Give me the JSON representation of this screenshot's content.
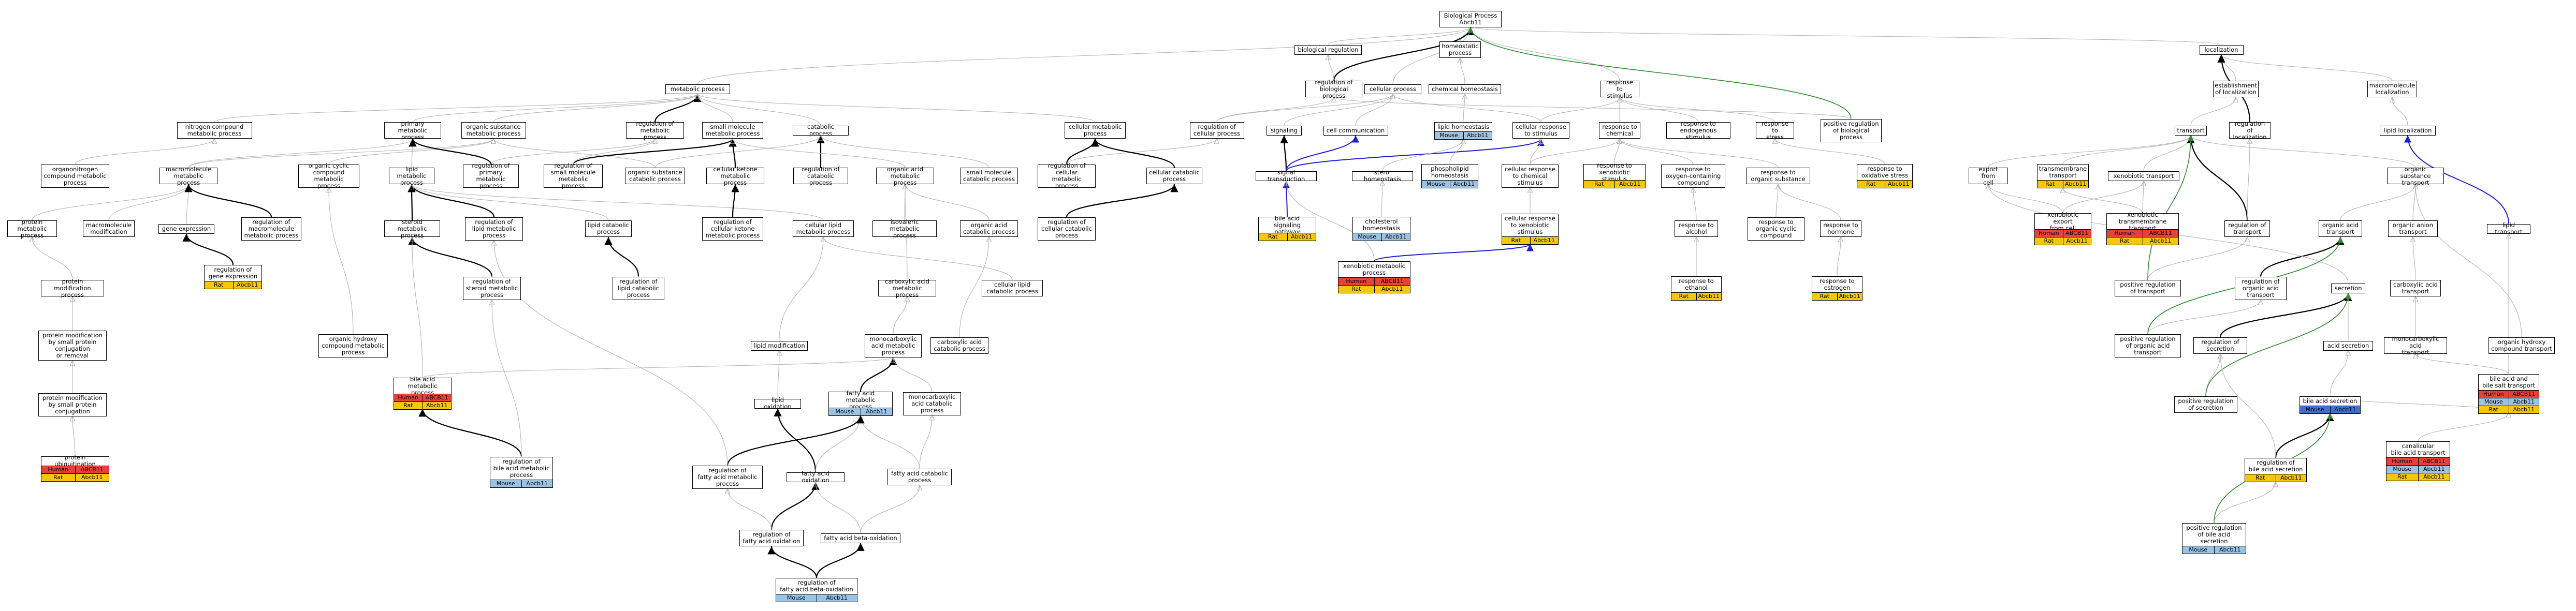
{
  "colors": {
    "human": "#e8413a",
    "rat": "#f4c70a",
    "mouse": "#9cc3e2",
    "edge_default": "#b5b5b5",
    "edge_black": "#000000",
    "edge_blue": "#1f1fd6",
    "edge_green": "#2e8b2e"
  },
  "nodes": [
    {
      "id": "bp",
      "label": "Biological Process",
      "ann": [
        [
          "Abcb11",
          ""
        ]
      ],
      "ann_inline": true
    },
    {
      "id": "bioreg",
      "label": "biological regulation"
    },
    {
      "id": "homeostatic",
      "label": "homeostatic\nprocess"
    },
    {
      "id": "localization",
      "label": "localization"
    },
    {
      "id": "metabolic",
      "label": "metabolic process"
    },
    {
      "id": "regbio",
      "label": "regulation of\nbiological process"
    },
    {
      "id": "cellular",
      "label": "cellular process"
    },
    {
      "id": "chemhomeo",
      "label": "chemical homeostasis"
    },
    {
      "id": "resp_stim",
      "label": "response to\nstimulus"
    },
    {
      "id": "establish_loc",
      "label": "establishment\nof localization"
    },
    {
      "id": "macromol_loc",
      "label": "macromolecule\nlocalization"
    },
    {
      "id": "nitrogen",
      "label": "nitrogen compound\nmetabolic process"
    },
    {
      "id": "primary",
      "label": "primary metabolic\nprocess"
    },
    {
      "id": "orgsub_met",
      "label": "organic substance\nmetabolic process"
    },
    {
      "id": "reg_met",
      "label": "regulation of\nmetabolic process"
    },
    {
      "id": "smallmol",
      "label": "small molecule\nmetabolic process"
    },
    {
      "id": "catabolic",
      "label": "catabolic process"
    },
    {
      "id": "cell_met",
      "label": "cellular metabolic\nprocess"
    },
    {
      "id": "reg_cell",
      "label": "regulation of\ncellular process"
    },
    {
      "id": "signaling",
      "label": "signaling"
    },
    {
      "id": "cell_comm",
      "label": "cell communication"
    },
    {
      "id": "lipid_homeo",
      "label": "lipid homeostasis",
      "ann": [
        [
          "Mouse",
          "Abcb11"
        ]
      ]
    },
    {
      "id": "cell_resp",
      "label": "cellular response\nto stimulus"
    },
    {
      "id": "resp_chem",
      "label": "response to\nchemical"
    },
    {
      "id": "resp_endo",
      "label": "response to\nendogenous stimulus"
    },
    {
      "id": "resp_stress",
      "label": "response to\nstress"
    },
    {
      "id": "pos_reg_bio",
      "label": "positive regulation\nof biological\nprocess"
    },
    {
      "id": "reg_loc",
      "label": "regulation of\nlocalization"
    },
    {
      "id": "transport",
      "label": "transport"
    },
    {
      "id": "lipid_loc",
      "label": "lipid localization"
    },
    {
      "id": "organonitrogen",
      "label": "organonitrogen\ncompound metabolic\nprocess"
    },
    {
      "id": "macromol_met",
      "label": "macromolecule\nmetabolic process"
    },
    {
      "id": "org_cyclic",
      "label": "organic cyclic\ncompound metabolic\nprocess"
    },
    {
      "id": "lipid_met",
      "label": "lipid metabolic\nprocess"
    },
    {
      "id": "reg_primary",
      "label": "regulation of\nprimary metabolic\nprocess"
    },
    {
      "id": "reg_smallmol",
      "label": "regulation of\nsmall molecule\nmetabolic process"
    },
    {
      "id": "orgsub_cat",
      "label": "organic substance\ncatabolic process"
    },
    {
      "id": "cell_ketone",
      "label": "cellular ketone\nmetabolic process"
    },
    {
      "id": "reg_cat",
      "label": "regulation of\ncatabolic process"
    },
    {
      "id": "orgacid_met",
      "label": "organic acid\nmetabolic process"
    },
    {
      "id": "smallmol_cat",
      "label": "small molecule\ncatabolic process"
    },
    {
      "id": "reg_cellmet",
      "label": "regulation of\ncellular metabolic\nprocess"
    },
    {
      "id": "cell_cat",
      "label": "cellular catabolic\nprocess"
    },
    {
      "id": "signal_trans",
      "label": "signal transduction"
    },
    {
      "id": "sterol_homeo",
      "label": "sterol homeostasis"
    },
    {
      "id": "phospholipid_homeo",
      "label": "phospholipid\nhomeostasis",
      "ann": [
        [
          "Mouse",
          "Abcb11"
        ]
      ]
    },
    {
      "id": "cell_resp_chem",
      "label": "cellular response\nto chemical\nstimulus"
    },
    {
      "id": "resp_xeno",
      "label": "response to\nxenobiotic stimulus",
      "ann": [
        [
          "Rat",
          "Abcb11"
        ]
      ]
    },
    {
      "id": "resp_oxy",
      "label": "response to\noxygen-containing\ncompound"
    },
    {
      "id": "resp_orgsub",
      "label": "response to\norganic substance"
    },
    {
      "id": "resp_oxstress",
      "label": "response to\noxidative stress",
      "ann": [
        [
          "Rat",
          "Abcb11"
        ]
      ]
    },
    {
      "id": "export_cell",
      "label": "export from\ncell"
    },
    {
      "id": "transmembrane",
      "label": "transmembrane\ntransport",
      "ann": [
        [
          "Rat",
          "Abcb11"
        ]
      ]
    },
    {
      "id": "xeno_transport",
      "label": "xenobiotic transport"
    },
    {
      "id": "orgsub_transport",
      "label": "organic substance\ntransport"
    },
    {
      "id": "protein_met",
      "label": "protein metabolic\nprocess"
    },
    {
      "id": "macromol_mod",
      "label": "macromolecule\nmodification"
    },
    {
      "id": "gene_expr",
      "label": "gene expression"
    },
    {
      "id": "reg_macromol",
      "label": "regulation of\nmacromolecule\nmetabolic process"
    },
    {
      "id": "steroid_met",
      "label": "steroid metabolic\nprocess"
    },
    {
      "id": "reg_lipid_met",
      "label": "regulation of\nlipid metabolic\nprocess"
    },
    {
      "id": "lipid_cat",
      "label": "lipid catabolic\nprocess"
    },
    {
      "id": "cell_lipid_met",
      "label": "cellular lipid\nmetabolic process"
    },
    {
      "id": "isovaleric",
      "label": "isovaleric metabolic\nprocess"
    },
    {
      "id": "orgacid_cat",
      "label": "organic acid\ncatabolic process"
    },
    {
      "id": "reg_cell_ketone",
      "label": "regulation of\ncellular ketone\nmetabolic process"
    },
    {
      "id": "reg_cell_cat",
      "label": "regulation of\ncellular catabolic\nprocess"
    },
    {
      "id": "bile_signal",
      "label": "bile acid signaling\npathway",
      "ann": [
        [
          "Rat",
          "Abcb11"
        ]
      ]
    },
    {
      "id": "cholesterol_homeo",
      "label": "cholesterol\nhomeostasis",
      "ann": [
        [
          "Mouse",
          "Abcb11"
        ]
      ]
    },
    {
      "id": "cell_resp_xeno",
      "label": "cellular response\nto xenobiotic\nstimulus",
      "ann": [
        [
          "Rat",
          "Abcb11"
        ]
      ]
    },
    {
      "id": "resp_alcohol",
      "label": "response to\nalcohol"
    },
    {
      "id": "resp_orgcyclic",
      "label": "response to\norganic cyclic\ncompound"
    },
    {
      "id": "resp_hormone",
      "label": "response to\nhormone"
    },
    {
      "id": "xeno_export",
      "label": "xenobiotic export\nfrom cell",
      "ann": [
        [
          "Human",
          "ABCB11"
        ],
        [
          "Rat",
          "Abcb11"
        ]
      ]
    },
    {
      "id": "xeno_transmem",
      "label": "xenobiotic transmembrane\ntransport",
      "ann": [
        [
          "Human",
          "ABCB11"
        ],
        [
          "Rat",
          "Abcb11"
        ]
      ]
    },
    {
      "id": "reg_transport",
      "label": "regulation of\ntransport"
    },
    {
      "id": "orgacid_transport",
      "label": "organic acid\ntransport"
    },
    {
      "id": "organion_transport",
      "label": "organic anion\ntransport"
    },
    {
      "id": "lipid_transport",
      "label": "lipid transport"
    },
    {
      "id": "protein_mod",
      "label": "protein modification\nprocess"
    },
    {
      "id": "reg_gene_expr",
      "label": "regulation of\ngene expression",
      "ann": [
        [
          "Rat",
          "Abcb11"
        ]
      ]
    },
    {
      "id": "reg_steroid",
      "label": "regulation of\nsteroid metabolic\nprocess"
    },
    {
      "id": "reg_lipid_cat",
      "label": "regulation of\nlipid catabolic\nprocess"
    },
    {
      "id": "xeno_met",
      "label": "xenobiotic metabolic\nprocess",
      "ann": [
        [
          "Human",
          "ABCB11"
        ],
        [
          "Rat",
          "Abcb11"
        ]
      ]
    },
    {
      "id": "cell_lipid_cat",
      "label": "cellular lipid\ncatabolic process"
    },
    {
      "id": "carboxylic_met",
      "label": "carboxylic acid\nmetabolic process"
    },
    {
      "id": "resp_ethanol",
      "label": "response to\nethanol",
      "ann": [
        [
          "Rat",
          "Abcb11"
        ]
      ]
    },
    {
      "id": "resp_estrogen",
      "label": "response to\nestrogen",
      "ann": [
        [
          "Rat",
          "Abcb11"
        ]
      ]
    },
    {
      "id": "pos_reg_transport",
      "label": "positive regulation\nof transport"
    },
    {
      "id": "reg_orgacid_transport",
      "label": "regulation of\norganic acid\ntransport"
    },
    {
      "id": "secretion",
      "label": "secretion"
    },
    {
      "id": "carboxylic_transport",
      "label": "carboxylic acid\ntransport"
    },
    {
      "id": "protein_mod_small",
      "label": "protein modification\nby small protein\nconjugation\nor removal"
    },
    {
      "id": "organic_hydroxy_met",
      "label": "organic hydroxy\ncompound metabolic\nprocess"
    },
    {
      "id": "monocarboxylic_met",
      "label": "monocarboxylic\nacid metabolic\nprocess"
    },
    {
      "id": "lipid_mod",
      "label": "lipid modification"
    },
    {
      "id": "carboxylic_cat",
      "label": "carboxylic acid\ncatabolic process"
    },
    {
      "id": "pos_reg_orgacid",
      "label": "positive regulation\nof organic acid\ntransport"
    },
    {
      "id": "reg_secretion",
      "label": "regulation of\nsecretion"
    },
    {
      "id": "acid_secretion",
      "label": "acid secretion"
    },
    {
      "id": "monocarboxylic_transport",
      "label": "monocarboxylic acid\ntransport"
    },
    {
      "id": "organic_hydroxy_transport",
      "label": "organic hydroxy\ncompound transport"
    },
    {
      "id": "bile_met",
      "label": "bile acid metabolic\nprocess",
      "ann": [
        [
          "Human",
          "ABCB11"
        ],
        [
          "Rat",
          "Abcb11"
        ]
      ]
    },
    {
      "id": "lipid_oxidation",
      "label": "lipid oxidation"
    },
    {
      "id": "fatty_met",
      "label": "fatty acid metabolic\nprocess",
      "ann": [
        [
          "Mouse",
          "Abcb11"
        ]
      ]
    },
    {
      "id": "monocarboxylic_cat",
      "label": "monocarboxylic\nacid catabolic\nprocess"
    },
    {
      "id": "bile_transport",
      "label": "bile acid and\nbile salt transport",
      "ann": [
        [
          "Human",
          "ABCB11"
        ],
        [
          "Mouse",
          "Abcb11"
        ],
        [
          "Rat",
          "Abcb11"
        ]
      ]
    },
    {
      "id": "protein_mod_conj",
      "label": "protein modification\nby small protein\nconjugation"
    },
    {
      "id": "pos_reg_secretion",
      "label": "positive regulation\nof secretion"
    },
    {
      "id": "bile_secretion",
      "label": "bile acid secretion",
      "ann": [
        [
          "Mouse",
          "Abcb11"
        ]
      ],
      "dark": true
    },
    {
      "id": "fatty_oxidation",
      "label": "fatty acid oxidation"
    },
    {
      "id": "fatty_cat",
      "label": "fatty acid catabolic\nprocess"
    },
    {
      "id": "reg_bile_secretion",
      "label": "regulation of\nbile acid secretion",
      "ann": [
        [
          "Rat",
          "Abcb11"
        ]
      ]
    },
    {
      "id": "canalicular",
      "label": "canalicular\nbile acid transport",
      "ann": [
        [
          "Human",
          "ABCB11"
        ],
        [
          "Mouse",
          "Abcb11"
        ],
        [
          "Rat",
          "Abcb11"
        ]
      ]
    },
    {
      "id": "protein_ubiq",
      "label": "protein ubiquitination",
      "ann": [
        [
          "Human",
          "ABCB11"
        ],
        [
          "Rat",
          "Abcb11"
        ]
      ]
    },
    {
      "id": "reg_bile_met",
      "label": "regulation of\nbile acid metabolic\nprocess",
      "ann": [
        [
          "Mouse",
          "Abcb11"
        ]
      ]
    },
    {
      "id": "reg_fatty_met",
      "label": "regulation of\nfatty acid metabolic\nprocess"
    },
    {
      "id": "reg_fatty_ox",
      "label": "regulation of\nfatty acid oxidation"
    },
    {
      "id": "fatty_beta",
      "label": "fatty acid beta-oxidation"
    },
    {
      "id": "pos_reg_bile_secretion",
      "label": "positive regulation\nof bile acid\nsecretion",
      "ann": [
        [
          "Mouse",
          "Abcb11"
        ]
      ]
    },
    {
      "id": "reg_fatty_beta",
      "label": "regulation of\nfatty acid beta-oxidation",
      "ann": [
        [
          "Mouse",
          "Abcb11"
        ]
      ]
    }
  ]
}
